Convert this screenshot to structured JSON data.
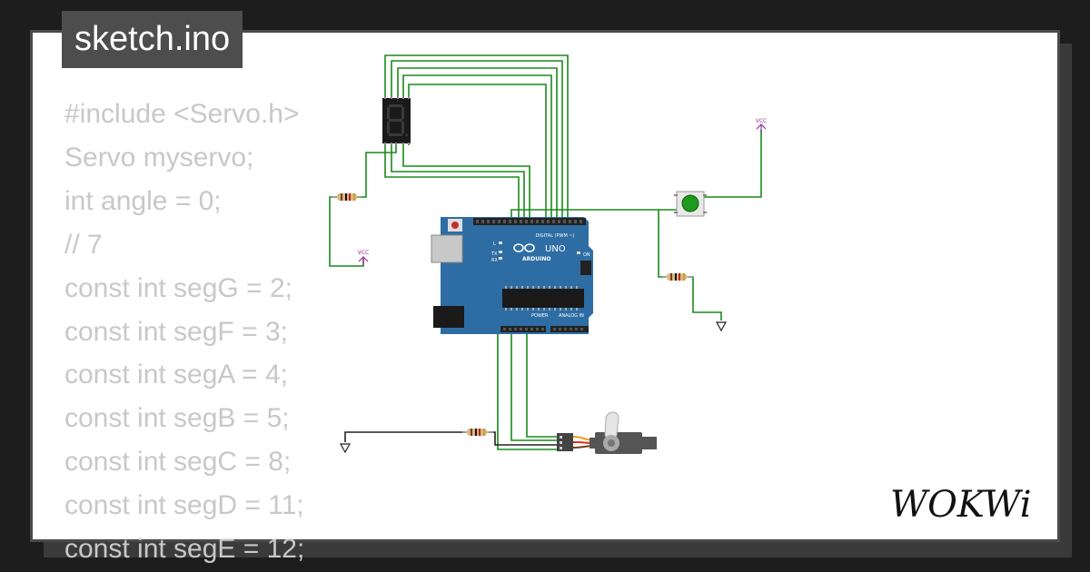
{
  "sketch": {
    "filename": "sketch.ino",
    "code_lines": [
      "#include <Servo.h>",
      "Servo myservo;",
      "int angle = 0;",
      "// 7",
      "const int segG = 2;",
      "const int segF = 3;",
      "const int segA = 4;",
      "const int segB = 5;",
      "const int segC = 8;",
      "const int segD = 11;",
      "const int segE = 12;"
    ]
  },
  "circuit": {
    "vcc_label_left": "VCC",
    "vcc_label_right": "VCC",
    "board": {
      "model": "UNO",
      "brand": "ARDUINO",
      "digital_label": "DIGITAL (PWM ~)",
      "power_label": "POWER",
      "analog_label": "ANALOG IN",
      "on_label": "ON",
      "tx_label": "TX",
      "rx_label": "RX",
      "l_label": "L"
    },
    "wire_color": "#1a8a1a",
    "ground_wire_color": "#222222",
    "board_color": "#2e6da4",
    "button_color": "#1e9a1e",
    "vcc_color": "#9a2f9a"
  },
  "brand": {
    "logo_text": "WOKWi"
  },
  "colors": {
    "background": "#1d1d1d",
    "card": "#ffffff",
    "code_text": "#c8c8c8",
    "title_tab": "#4d4d4d"
  }
}
